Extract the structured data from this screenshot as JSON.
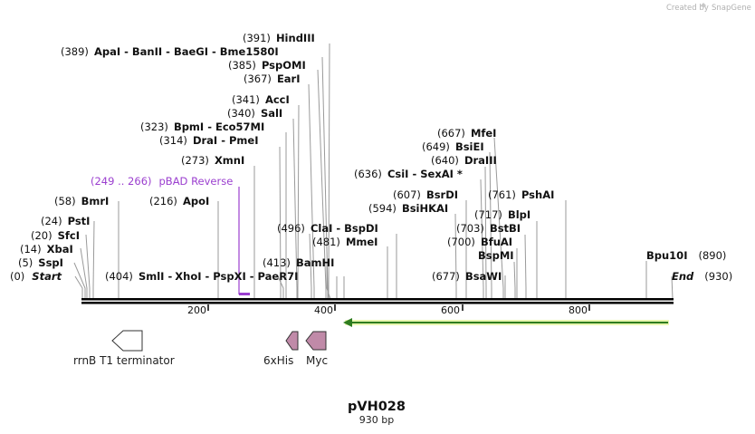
{
  "brand": {
    "created_by": "Created by",
    "name": "SnapGene"
  },
  "map": {
    "name": "pVH028",
    "length_label": "930 bp",
    "ruler": [
      "200",
      "400",
      "600",
      "800"
    ],
    "ends": {
      "start_pos": "(0)",
      "start": "Start",
      "end_pos": "(930)",
      "end": "End"
    },
    "sites": [
      {
        "pos": "(5)",
        "names": [
          "SspI"
        ]
      },
      {
        "pos": "(14)",
        "names": [
          "XbaI"
        ]
      },
      {
        "pos": "(20)",
        "names": [
          "SfcI"
        ]
      },
      {
        "pos": "(24)",
        "names": [
          "PstI"
        ]
      },
      {
        "pos": "(58)",
        "names": [
          "BmrI"
        ]
      },
      {
        "pos": "(216)",
        "names": [
          "ApoI"
        ]
      },
      {
        "pos": "(273)",
        "names": [
          "XmnI"
        ]
      },
      {
        "pos": "(314)",
        "names": [
          "DraI",
          "PmeI"
        ]
      },
      {
        "pos": "(323)",
        "names": [
          "BpmI",
          "Eco57MI"
        ]
      },
      {
        "pos": "(340)",
        "names": [
          "SalI"
        ]
      },
      {
        "pos": "(341)",
        "names": [
          "AccI"
        ]
      },
      {
        "pos": "(367)",
        "names": [
          "EarI"
        ]
      },
      {
        "pos": "(385)",
        "names": [
          "PspOMI"
        ]
      },
      {
        "pos": "(389)",
        "names": [
          "ApaI",
          "BanII",
          "BaeGI",
          "Bme1580I"
        ]
      },
      {
        "pos": "(391)",
        "names": [
          "HindIII"
        ]
      },
      {
        "pos": "(404)",
        "names": [
          "SmlI",
          "XhoI",
          "PspXI",
          "PaeR7I"
        ]
      },
      {
        "pos": "(413)",
        "names": [
          "BamHI"
        ]
      },
      {
        "pos": "(481)",
        "names": [
          "MmeI"
        ]
      },
      {
        "pos": "(496)",
        "names": [
          "ClaI",
          "BspDI"
        ]
      },
      {
        "pos": "(594)",
        "names": [
          "BsiHKAI"
        ]
      },
      {
        "pos": "(607)",
        "names": [
          "BsrDI"
        ]
      },
      {
        "pos": "(636)",
        "names": [
          "CsiI",
          "SexAI *"
        ]
      },
      {
        "pos": "(640)",
        "names": [
          "DraIII"
        ]
      },
      {
        "pos": "(649)",
        "names": [
          "BsiEI"
        ]
      },
      {
        "pos": "(667)",
        "names": [
          "MfeI"
        ]
      },
      {
        "pos": "(677)",
        "names": [
          "BsaWI"
        ]
      },
      {
        "pos": "",
        "names": [
          "BspMI"
        ]
      },
      {
        "pos": "(700)",
        "names": [
          "BfuAI"
        ]
      },
      {
        "pos": "(703)",
        "names": [
          "BstBI"
        ]
      },
      {
        "pos": "(717)",
        "names": [
          "BlpI"
        ]
      },
      {
        "pos": "(761)",
        "names": [
          "PshAI"
        ]
      },
      {
        "pos": "(890)",
        "names": [
          "Bpu10I"
        ]
      }
    ],
    "primer": {
      "range": "(249 .. 266)",
      "name": "pBAD Reverse",
      "color": "#9b3fcf"
    },
    "features": [
      {
        "name": "rrnB T1 terminator",
        "color": "#ffffff"
      },
      {
        "name": "6xHis",
        "color": "#c08aa8"
      },
      {
        "name": "Myc",
        "color": "#c08aa8"
      }
    ],
    "orf_color": "#2e7d1f"
  }
}
